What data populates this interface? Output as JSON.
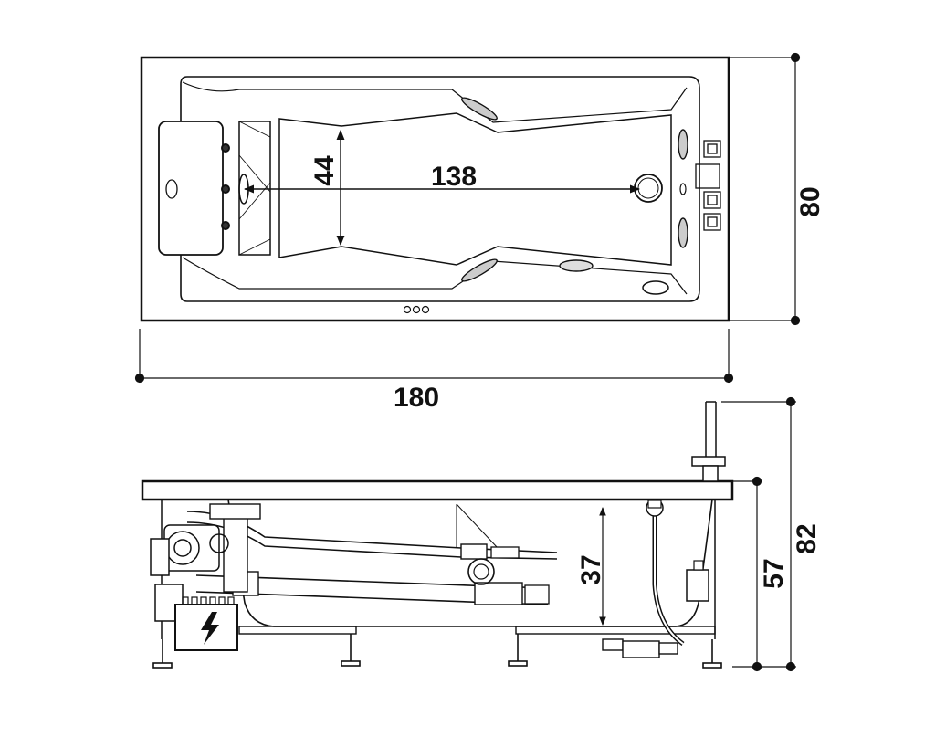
{
  "dimensions": {
    "length": "180",
    "width": "80",
    "inner_length": "138",
    "inner_width": "44",
    "total_height": "82",
    "tub_height": "57",
    "depth": "37"
  },
  "colors": {
    "line": "#111111",
    "fill": "#ffffff",
    "shade": "#e6e6e6"
  }
}
